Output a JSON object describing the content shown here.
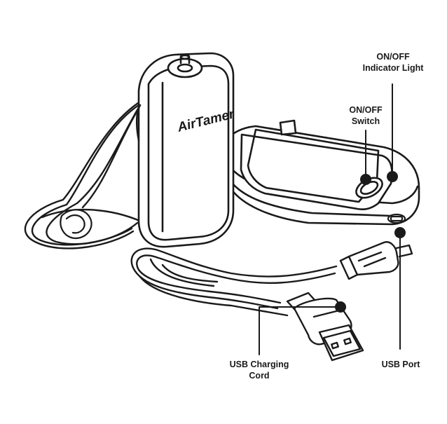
{
  "brand": "AirTamer",
  "labels": {
    "indicator_light": [
      "ON/OFF",
      "Indicator Light"
    ],
    "switch": [
      "ON/OFF",
      "Switch"
    ],
    "usb_cord": [
      "USB Charging",
      "Cord"
    ],
    "usb_port": "USB Port"
  },
  "colors": {
    "ink": "#1a1a1a",
    "paper": "#ffffff"
  }
}
